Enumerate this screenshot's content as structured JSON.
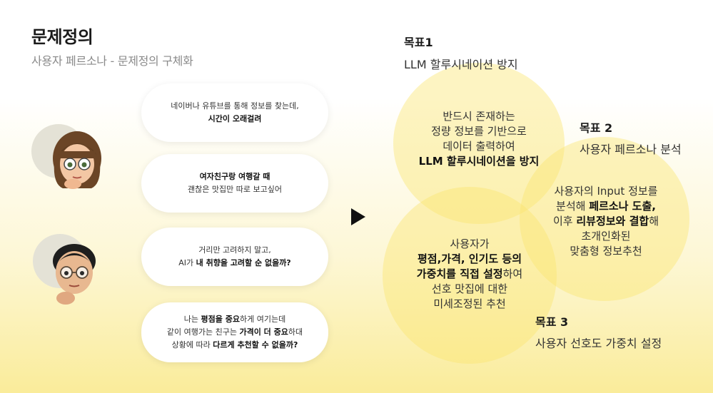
{
  "header": {
    "title": "문제정의",
    "subtitle": "사용자 페르소나 - 문제정의 구체화"
  },
  "bubbles": [
    {
      "l1": "네이버나 유튜브를 통해 정보를 찾는데,",
      "l2": "시간이 오래걸려"
    },
    {
      "l1": "여자친구랑 여행갈 때",
      "l2": "괜찮은 맛집만 따로 보고싶어"
    },
    {
      "l1": "거리만 고려하지 말고,",
      "l2a": "AI가 ",
      "l2b": "내 취향을 고려할 순 없을까?"
    },
    {
      "l1a": "나는 ",
      "l1b": "평점을 중요",
      "l1c": "하게 여기는데",
      "l2a": "같이 여행가는 친구는 ",
      "l2b": "가격이 더 중요",
      "l2c": "하대",
      "l3a": "상황에 따라 ",
      "l3b": "다르게 추천할 수 없을까?"
    }
  ],
  "goals": [
    {
      "label": "목표1",
      "text": "LLM 할루시네이션 방지"
    },
    {
      "label": "목표 2",
      "text": "사용자 페르소나 분석"
    },
    {
      "label": "목표 3",
      "text": "사용자 선호도 가중치 설정"
    }
  ],
  "circles": {
    "c1": {
      "l1": "반드시 존재하는",
      "l2": "정량 정보를 기반으로",
      "l3": "데이터 출력하여",
      "l4": "LLM 할루시네이션을 방지"
    },
    "c2": {
      "l1": "사용자의 Input 정보를",
      "l2a": "분석해 ",
      "l2b": "페르소나 도출,",
      "l3a": "이후 ",
      "l3b": "리뷰정보와 결합",
      "l3c": "해",
      "l4": "초개인화된",
      "l5": "맞춤형 정보추천"
    },
    "c3": {
      "l1": "사용자가",
      "l2": "평점,가격, 인기도 등의",
      "l3a": "가중치를 직접 설정",
      "l3b": "하여",
      "l4": "선호 맛집에 대한",
      "l5": "미세조정된 추천"
    }
  },
  "colors": {
    "accent_yellow": "#fae46e",
    "bubble_bg": "#ffffff",
    "title": "#1a1a1a",
    "subtitle": "#8a8a8a"
  }
}
